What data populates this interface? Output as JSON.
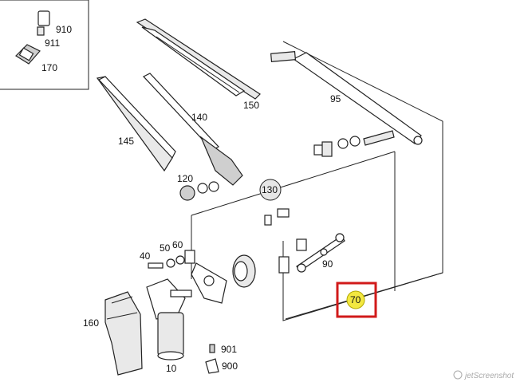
{
  "diagram": {
    "labels": {
      "p910": "910",
      "p911": "911",
      "p170": "170",
      "p150": "150",
      "p95": "95",
      "p140": "140",
      "p145": "145",
      "p120": "120",
      "p130": "130",
      "p40": "40",
      "p50": "50",
      "p60": "60",
      "p90": "90",
      "p70": "70",
      "p160": "160",
      "p10": "10",
      "p901": "901",
      "p900": "900"
    },
    "highlight": {
      "label": "70",
      "box_color": "#d11a1a",
      "badge_color": "#f3e840"
    },
    "watermark": "jetScreenshot"
  }
}
